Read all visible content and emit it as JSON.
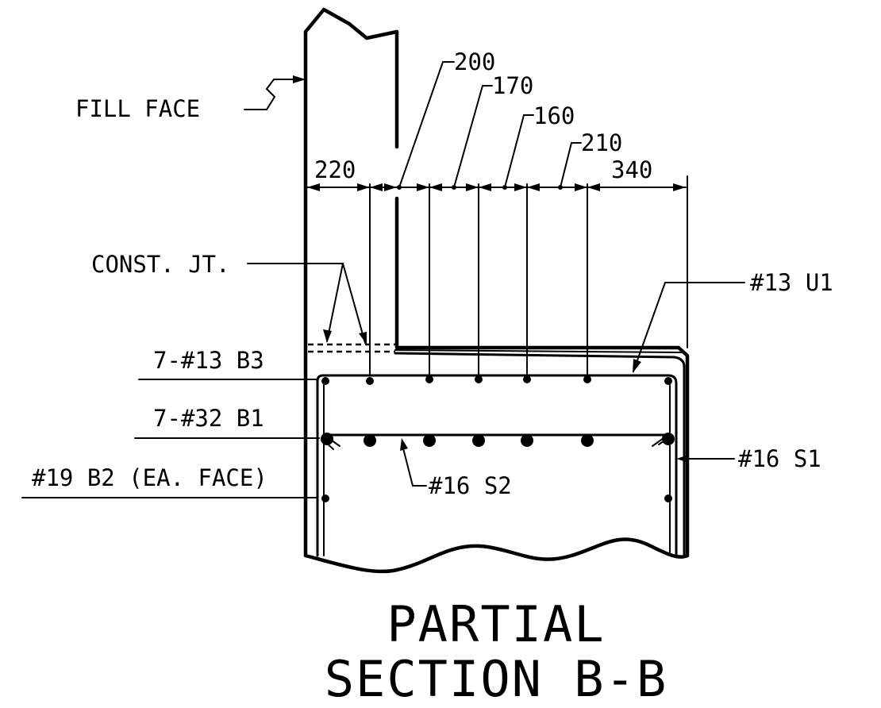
{
  "diagram": {
    "labels": {
      "fill_face": "FILL FACE",
      "const_jt": "CONST. JT.",
      "b3": "7-#13 B3",
      "b1": "7-#32 B1",
      "b2": "#19 B2 (EA. FACE)",
      "u1": "#13 U1",
      "s1": "#16 S1",
      "s2": "#16 S2"
    },
    "dimensions": {
      "d220": "220",
      "d200": "200",
      "d170": "170",
      "d160": "160",
      "d210": "210",
      "d340": "340"
    },
    "title": {
      "line1": "PARTIAL",
      "line2": "SECTION B-B"
    }
  }
}
